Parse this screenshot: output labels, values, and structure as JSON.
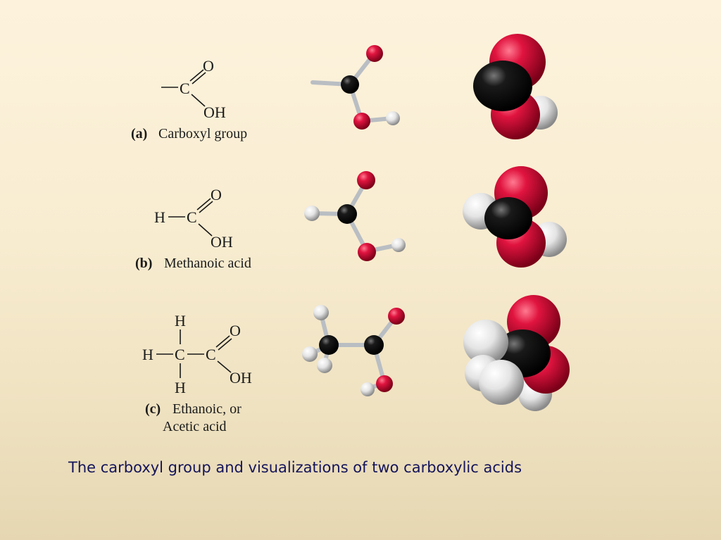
{
  "caption": "The carboxyl group and visualizations of two carboxylic acids",
  "molecules": [
    {
      "letter": "(a)",
      "name": "Carboxyl group",
      "atoms": {
        "c": "C",
        "o": "O",
        "oh": "OH"
      }
    },
    {
      "letter": "(b)",
      "name": "Methanoic acid",
      "atoms": {
        "h": "H",
        "c": "C",
        "o": "O",
        "oh": "OH"
      }
    },
    {
      "letter": "(c)",
      "name": "Ethanoic, or",
      "name2": "Acetic acid",
      "atoms": {
        "h_top": "H",
        "h_left": "H",
        "h_bottom": "H",
        "c1": "C",
        "c2": "C",
        "o": "O",
        "oh": "OH"
      }
    }
  ],
  "colors": {
    "oxygen": "#d0103a",
    "carbon": "#111111",
    "hydrogen": "#e6e6e6",
    "caption": "#14145a"
  }
}
